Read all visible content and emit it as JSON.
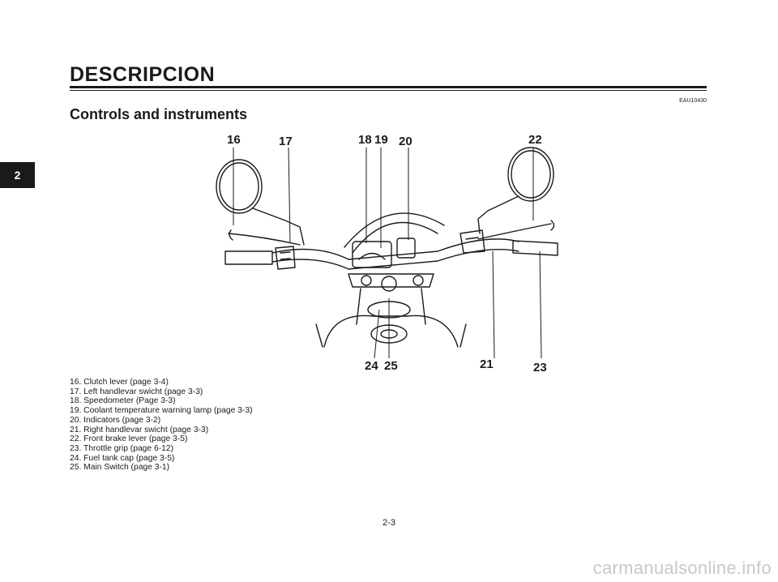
{
  "header": {
    "section_title": "DESCRIPCION",
    "chapter_tab": "2",
    "code": "EAU10430"
  },
  "subtitle": "Controls and instruments",
  "figure": {
    "callouts": [
      "16",
      "17",
      "18",
      "19",
      "20",
      "22",
      "24",
      "25",
      "21",
      "23"
    ]
  },
  "legend": [
    "16. Clutch lever (page 3-4)",
    "17. Left handlevar swicht (page 3-3)",
    "18. Speedometer (Page 3-3)",
    "19. Coolant temperature warning lamp (page 3-3)",
    "20. Indicators (page 3-2)",
    "21. Right handlevar swicht (page 3-3)",
    "22. Front brake lever (page 3-5)",
    "23. Throttle grip (page 6-12)",
    "24. Fuel tank cap (page 3-5)",
    "25. Main Switch (page 3-1)"
  ],
  "footer": {
    "page_number": "2-3",
    "watermark": "carmanualsonline.info"
  }
}
